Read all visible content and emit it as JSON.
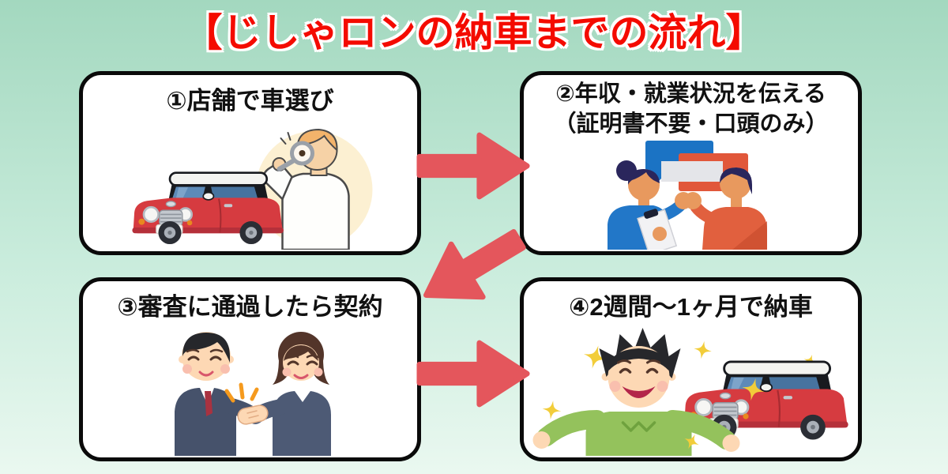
{
  "page": {
    "title": "【じしゃロンの納車までの流れ】"
  },
  "palette": {
    "background_top": "#a3d8bf",
    "background_bottom": "#eaf8f0",
    "title_red": "#f40b00",
    "arrow_red": "#e4565c",
    "box_background": "#ffffff",
    "box_border": "#0a0a0a",
    "heading_text": "#111111",
    "car_red": "#d63b40",
    "sparkle_yellow": "#f2cd3a"
  },
  "steps": [
    {
      "label": "①店舗で車選び",
      "illustration": "red-car-with-person-holding-magnifying-glass"
    },
    {
      "label": "②年収・就業状況を伝える",
      "label_line2": "（証明書不要・口頭のみ）",
      "illustration": "two-people-talking-with-speech-bubbles"
    },
    {
      "label": "③審査に通過したら契約",
      "illustration": "businessman-and-businesswoman-handshake"
    },
    {
      "label": "④2週間〜1ヶ月で納車",
      "illustration": "happy-man-with-delivered-red-car-and-sparkles"
    }
  ],
  "arrows": [
    {
      "from_step": 1,
      "to_step": 2,
      "direction": "right"
    },
    {
      "from_step": 2,
      "to_step": 3,
      "direction": "down-left"
    },
    {
      "from_step": 3,
      "to_step": 4,
      "direction": "right"
    }
  ]
}
